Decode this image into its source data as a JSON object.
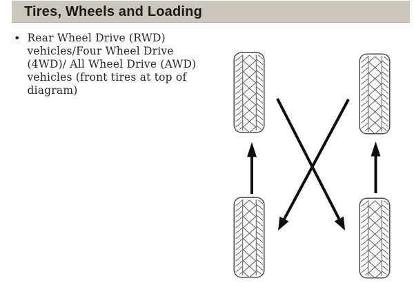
{
  "header": {
    "title": "Tires, Wheels and Loading",
    "bar_color": "#cdc6bb"
  },
  "bullet": {
    "marker": "•",
    "lines": [
      "Rear Wheel Drive (RWD)",
      "vehicles/Four Wheel Drive",
      "(4WD)/ All Wheel Drive (AWD)",
      "vehicles (front tires at top of",
      "diagram)"
    ]
  },
  "diagram": {
    "tires": [
      {
        "position": "front-left"
      },
      {
        "position": "front-right"
      },
      {
        "position": "rear-left"
      },
      {
        "position": "rear-right"
      }
    ],
    "arrows": [
      {
        "from": "rear-left",
        "to": "front-left",
        "direction": "up"
      },
      {
        "from": "rear-right",
        "to": "front-right",
        "direction": "up"
      },
      {
        "from": "front-left",
        "to": "rear-right",
        "direction": "diagonal-down"
      },
      {
        "from": "front-right",
        "to": "rear-left",
        "direction": "diagonal-down"
      }
    ],
    "arrow_color": "#0d0d0d",
    "tread_color": "#5a5a5a"
  }
}
